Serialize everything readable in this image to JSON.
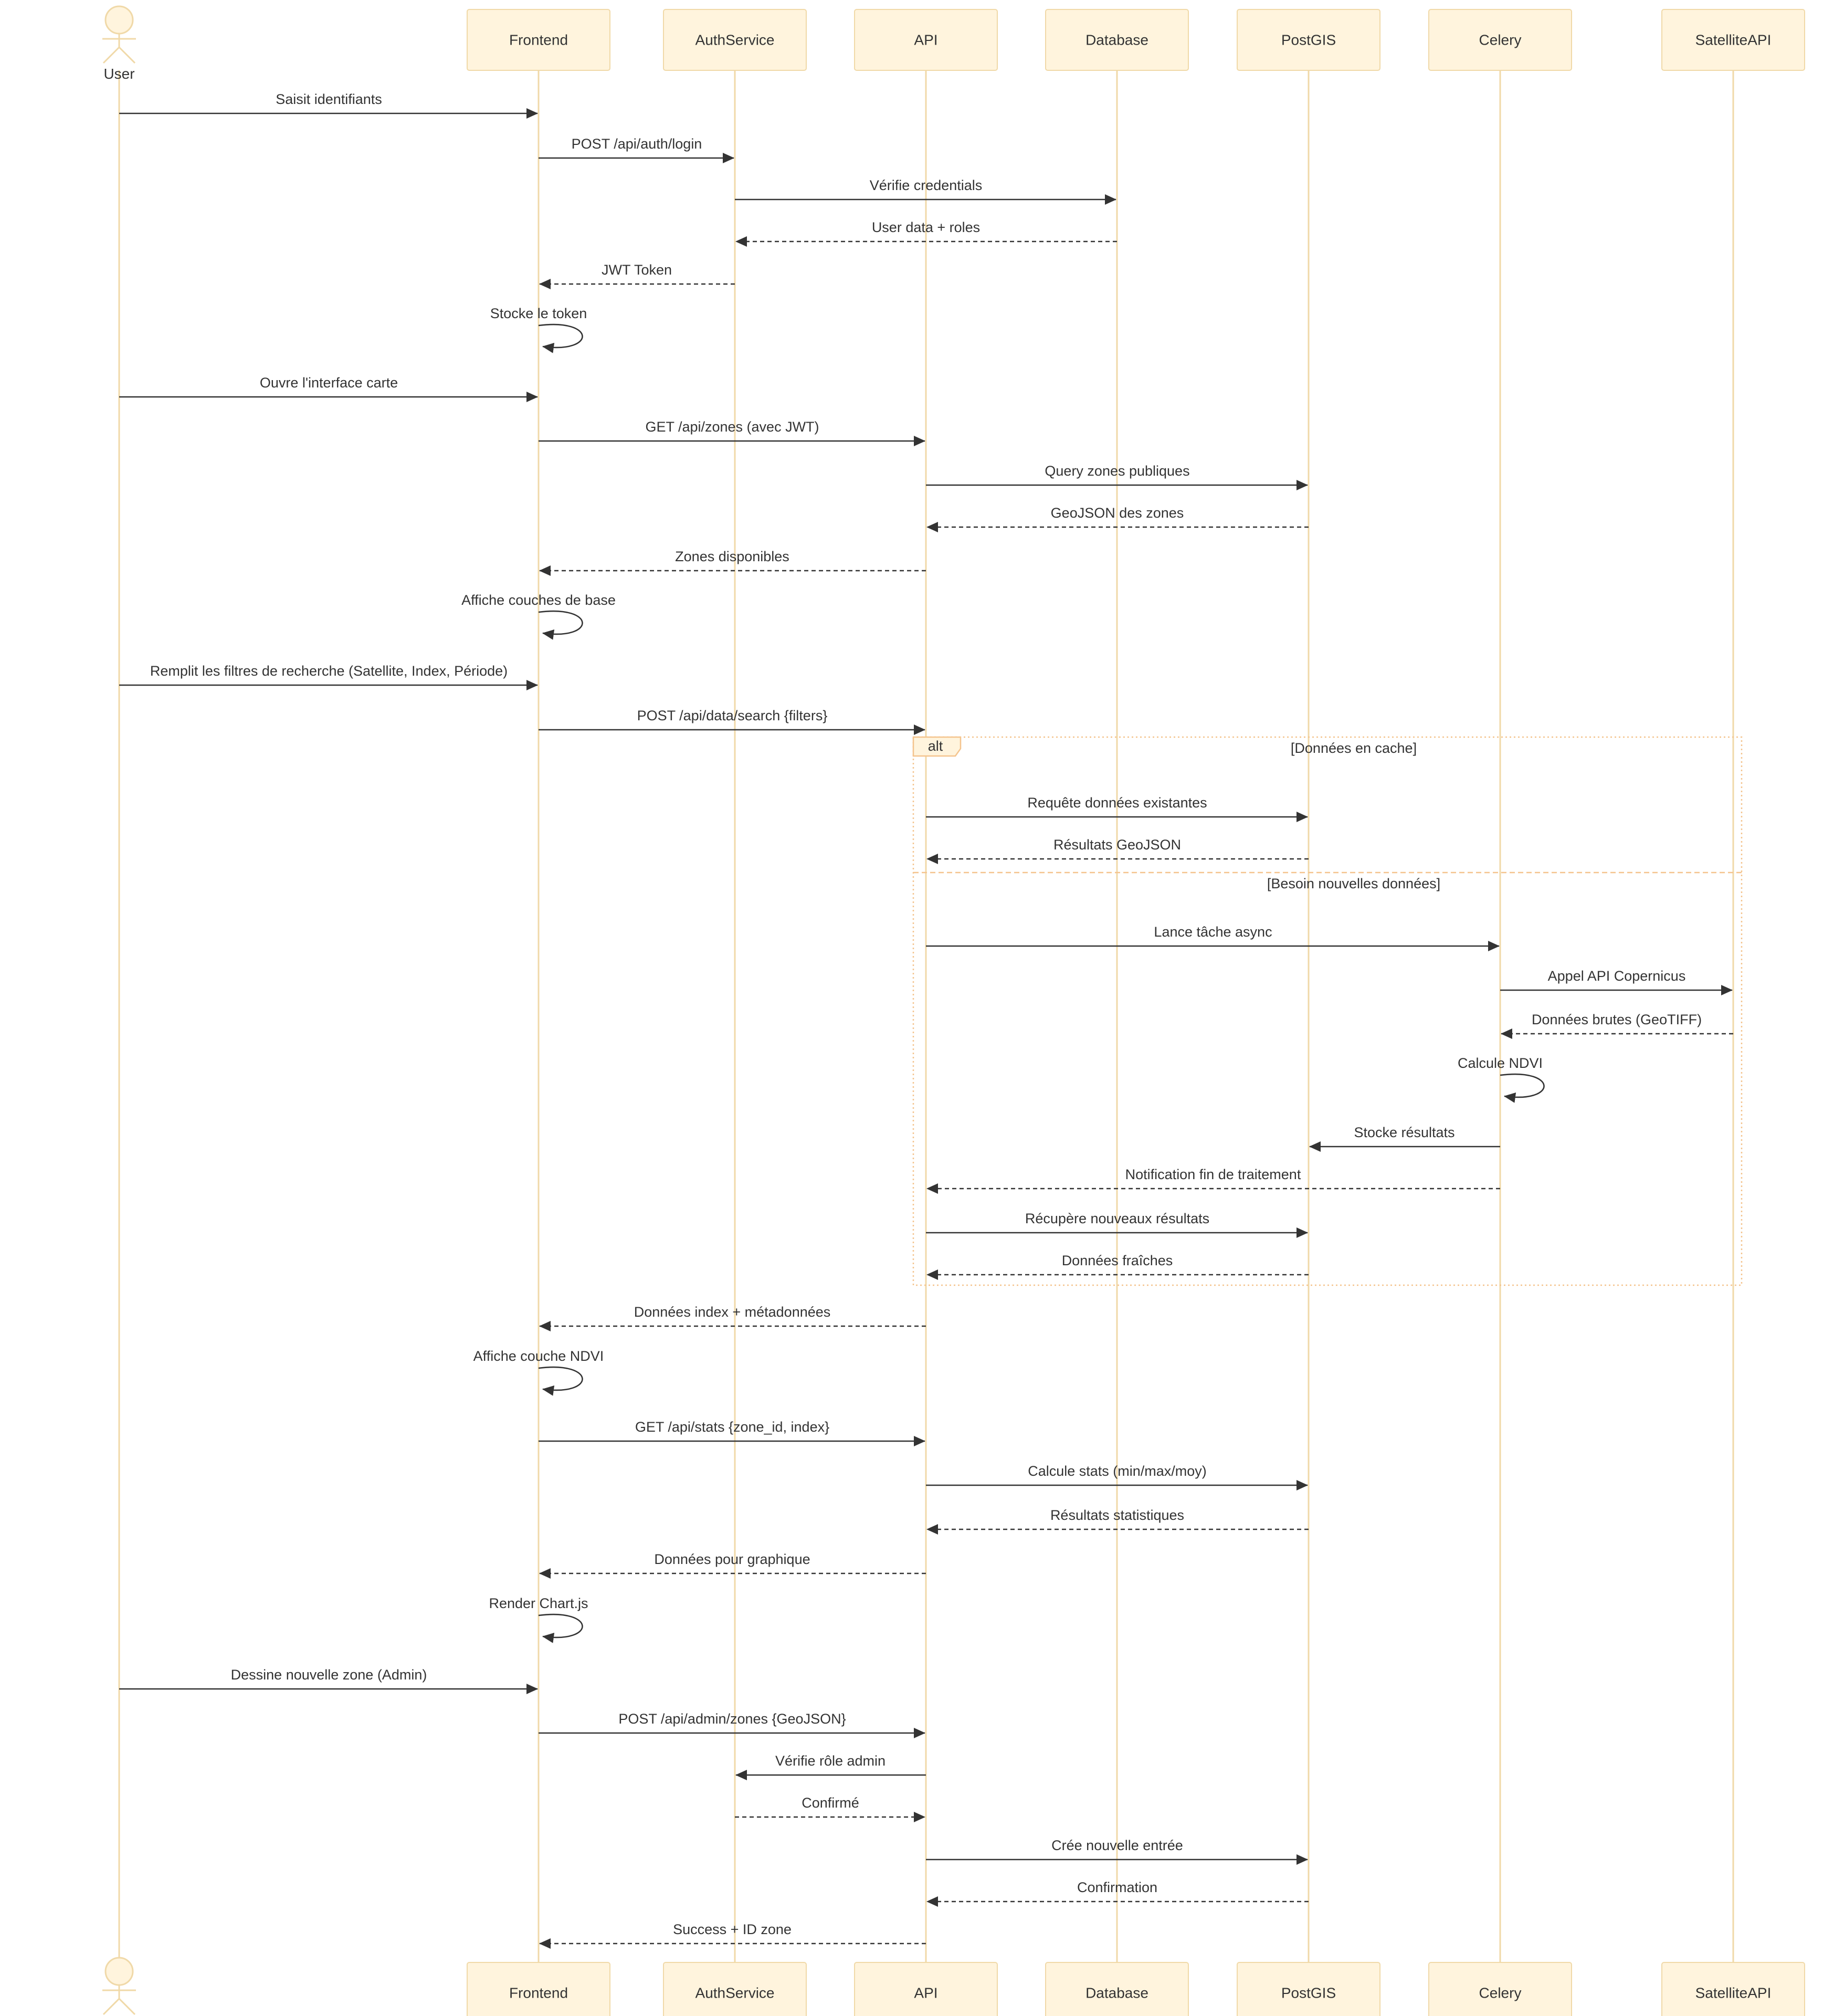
{
  "participants": [
    {
      "id": "User",
      "label": "User",
      "kind": "actor"
    },
    {
      "id": "Frontend",
      "label": "Frontend",
      "kind": "box"
    },
    {
      "id": "AuthService",
      "label": "AuthService",
      "kind": "box"
    },
    {
      "id": "API",
      "label": "API",
      "kind": "box"
    },
    {
      "id": "Database",
      "label": "Database",
      "kind": "box"
    },
    {
      "id": "PostGIS",
      "label": "PostGIS",
      "kind": "box"
    },
    {
      "id": "Celery",
      "label": "Celery",
      "kind": "box"
    },
    {
      "id": "SatelliteAPI",
      "label": "SatelliteAPI",
      "kind": "box"
    }
  ],
  "messages": [
    {
      "from": "User",
      "to": "Frontend",
      "text": "Saisit identifiants",
      "style": "solid"
    },
    {
      "from": "Frontend",
      "to": "AuthService",
      "text": "POST /api/auth/login",
      "style": "solid"
    },
    {
      "from": "AuthService",
      "to": "Database",
      "text": "Vérifie credentials",
      "style": "solid"
    },
    {
      "from": "Database",
      "to": "AuthService",
      "text": "User data + roles",
      "style": "dashed"
    },
    {
      "from": "AuthService",
      "to": "Frontend",
      "text": "JWT Token",
      "style": "dashed"
    },
    {
      "from": "Frontend",
      "to": "Frontend",
      "text": "Stocke le token",
      "style": "self"
    },
    {
      "from": "User",
      "to": "Frontend",
      "text": "Ouvre l'interface carte",
      "style": "solid"
    },
    {
      "from": "Frontend",
      "to": "API",
      "text": "GET /api/zones (avec JWT)",
      "style": "solid"
    },
    {
      "from": "API",
      "to": "PostGIS",
      "text": "Query zones publiques",
      "style": "solid"
    },
    {
      "from": "PostGIS",
      "to": "API",
      "text": "GeoJSON des zones",
      "style": "dashed"
    },
    {
      "from": "API",
      "to": "Frontend",
      "text": "Zones disponibles",
      "style": "dashed"
    },
    {
      "from": "Frontend",
      "to": "Frontend",
      "text": "Affiche couches de base",
      "style": "self"
    },
    {
      "from": "User",
      "to": "Frontend",
      "text": "Remplit les filtres de recherche (Satellite, Index, Période)",
      "style": "solid"
    },
    {
      "from": "Frontend",
      "to": "API",
      "text": "POST /api/data/search {filters}",
      "style": "solid"
    },
    {
      "from": "API",
      "to": "PostGIS",
      "text": "Requête données existantes",
      "style": "solid"
    },
    {
      "from": "PostGIS",
      "to": "API",
      "text": "Résultats GeoJSON",
      "style": "dashed"
    },
    {
      "from": "API",
      "to": "Celery",
      "text": "Lance tâche async",
      "style": "solid"
    },
    {
      "from": "Celery",
      "to": "SatelliteAPI",
      "text": "Appel API Copernicus",
      "style": "solid"
    },
    {
      "from": "SatelliteAPI",
      "to": "Celery",
      "text": "Données brutes (GeoTIFF)",
      "style": "dashed"
    },
    {
      "from": "Celery",
      "to": "Celery",
      "text": "Calcule NDVI",
      "style": "self"
    },
    {
      "from": "Celery",
      "to": "PostGIS",
      "text": "Stocke résultats",
      "style": "solid"
    },
    {
      "from": "Celery",
      "to": "API",
      "text": "Notification fin de traitement",
      "style": "dashed"
    },
    {
      "from": "API",
      "to": "PostGIS",
      "text": "Récupère nouveaux résultats",
      "style": "solid"
    },
    {
      "from": "PostGIS",
      "to": "API",
      "text": "Données fraîches",
      "style": "dashed"
    },
    {
      "from": "API",
      "to": "Frontend",
      "text": "Données index + métadonnées",
      "style": "dashed"
    },
    {
      "from": "Frontend",
      "to": "Frontend",
      "text": "Affiche couche NDVI",
      "style": "self"
    },
    {
      "from": "Frontend",
      "to": "API",
      "text": "GET /api/stats {zone_id, index}",
      "style": "solid"
    },
    {
      "from": "API",
      "to": "PostGIS",
      "text": "Calcule stats (min/max/moy)",
      "style": "solid"
    },
    {
      "from": "PostGIS",
      "to": "API",
      "text": "Résultats statistiques",
      "style": "dashed"
    },
    {
      "from": "API",
      "to": "Frontend",
      "text": "Données pour graphique",
      "style": "dashed"
    },
    {
      "from": "Frontend",
      "to": "Frontend",
      "text": "Render Chart.js",
      "style": "self"
    },
    {
      "from": "User",
      "to": "Frontend",
      "text": "Dessine nouvelle zone (Admin)",
      "style": "solid"
    },
    {
      "from": "Frontend",
      "to": "API",
      "text": "POST /api/admin/zones {GeoJSON}",
      "style": "solid"
    },
    {
      "from": "API",
      "to": "AuthService",
      "text": "Vérifie rôle admin",
      "style": "solid"
    },
    {
      "from": "AuthService",
      "to": "API",
      "text": "Confirmé",
      "style": "dashed"
    },
    {
      "from": "API",
      "to": "PostGIS",
      "text": "Crée nouvelle entrée",
      "style": "solid"
    },
    {
      "from": "PostGIS",
      "to": "API",
      "text": "Confirmation",
      "style": "dashed"
    },
    {
      "from": "API",
      "to": "Frontend",
      "text": "Success + ID zone",
      "style": "dashed"
    }
  ],
  "alt_block": {
    "tag": "alt",
    "sections": [
      {
        "condition": "[Données en cache]",
        "first_message": 14,
        "last_message": 15
      },
      {
        "condition": "[Besoin nouvelles données]",
        "first_message": 16,
        "last_message": 23
      }
    ]
  },
  "colors": {
    "participant_fill": "#fff4dd",
    "participant_stroke": "#f0d9a8",
    "lifeline": "#f0d9a8",
    "message": "#333333",
    "alt_frame": "#f4c48e"
  }
}
